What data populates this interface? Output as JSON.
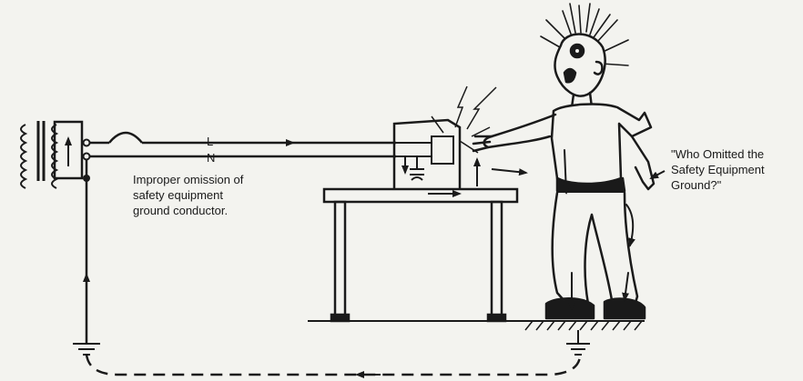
{
  "labels": {
    "line_L": "L",
    "line_N": "N",
    "omission_note": [
      "Improper omission of",
      "safety equipment",
      "ground conductor."
    ],
    "quote": [
      "\"Who Omitted the",
      "Safety Equipment",
      "Ground?\""
    ]
  }
}
